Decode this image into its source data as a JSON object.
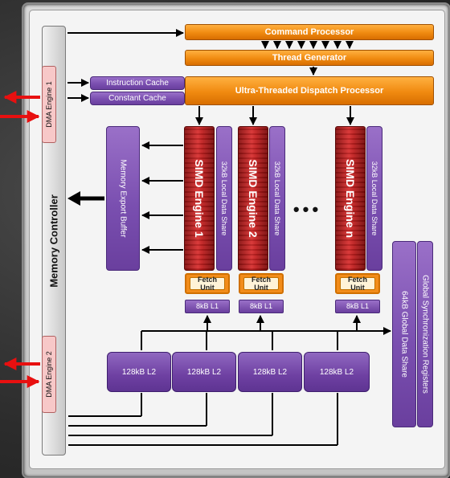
{
  "memory_controller": {
    "label": "Memory Controller"
  },
  "dma_engines": [
    {
      "label": "DMA Engine 1"
    },
    {
      "label": "DMA Engine 2"
    }
  ],
  "command_processor": {
    "label": "Command Processor"
  },
  "thread_generator": {
    "label": "Thread Generator"
  },
  "dispatch_processor": {
    "label": "Ultra-Threaded Dispatch Processor"
  },
  "instruction_cache": {
    "label": "Instruction Cache"
  },
  "constant_cache": {
    "label": "Constant Cache"
  },
  "memory_export_buffer": {
    "label": "Memory Export Buffer"
  },
  "simd_engines": [
    {
      "label": "SIMD Engine 1",
      "local_share": "32kB Local Data Share",
      "fetch": "Fetch\nUnit",
      "l1": "8kB L1"
    },
    {
      "label": "SIMD Engine 2",
      "local_share": "32kB Local Data Share",
      "fetch": "Fetch\nUnit",
      "l1": "8kB L1"
    },
    {
      "label": "SIMD Engine n",
      "local_share": "32kB Local Data Share",
      "fetch": "Fetch\nUnit",
      "l1": "8kB L1"
    }
  ],
  "ellipsis": "• • •",
  "l2_caches": [
    {
      "label": "128kB L2"
    },
    {
      "label": "128kB L2"
    },
    {
      "label": "128kB L2"
    },
    {
      "label": "128kB L2"
    }
  ],
  "global_data_share": {
    "label": "64kB Global Data Share"
  },
  "global_sync_registers": {
    "label": "Global Synchronization Registers"
  },
  "colors": {
    "orange": "#f08a10",
    "purple": "#7a4fb0",
    "red": "#c02020",
    "dma": "#f7c8c8",
    "arrow_red": "#e81010"
  }
}
